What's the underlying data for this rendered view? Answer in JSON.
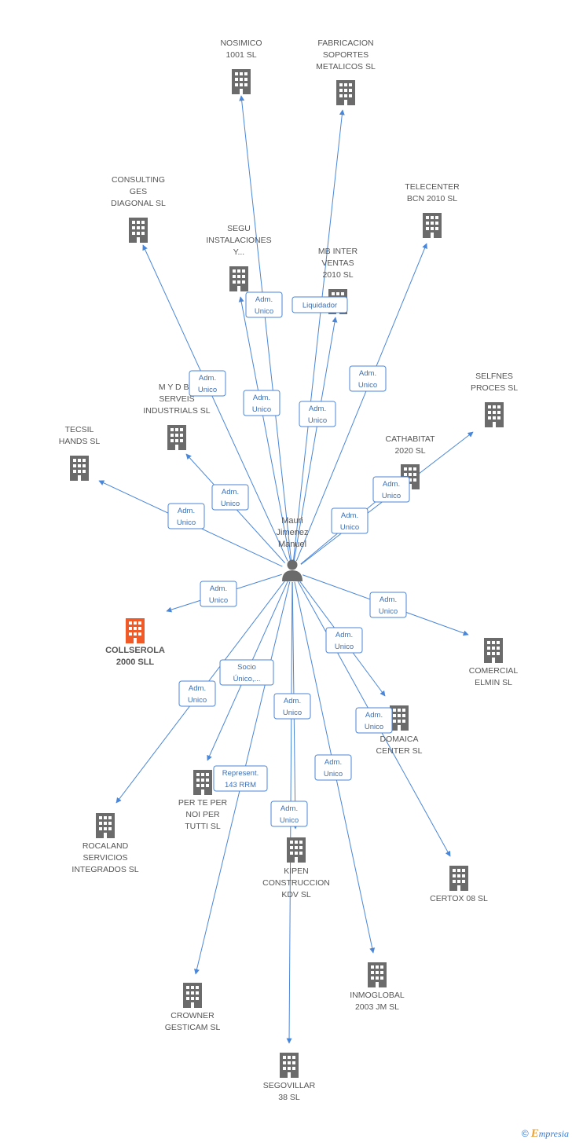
{
  "colors": {
    "edge": "#4a86d8",
    "building": "#6b6b6b",
    "highlight": "#f05a28",
    "person": "#6b6b6b"
  },
  "center": {
    "label": [
      "Mauri",
      "Jimenez",
      "Manuel"
    ],
    "icon": "person-icon"
  },
  "nodes": [
    {
      "id": "nosimico",
      "label": [
        "NOSIMICO",
        "1001 SL"
      ]
    },
    {
      "id": "fabricacion",
      "label": [
        "FABRICACION",
        "SOPORTES",
        "METALICOS SL"
      ]
    },
    {
      "id": "consulting",
      "label": [
        "CONSULTING",
        "GES",
        "DIAGONAL SL"
      ]
    },
    {
      "id": "telecenter",
      "label": [
        "TELECENTER",
        "BCN 2010 SL"
      ]
    },
    {
      "id": "segu",
      "label": [
        "SEGU",
        "INSTALACIONES",
        "Y..."
      ]
    },
    {
      "id": "mbinter",
      "label": [
        "MB INTER",
        "VENTAS",
        "2010  SL"
      ]
    },
    {
      "id": "selfnes",
      "label": [
        "SELFNES",
        "PROCES SL"
      ]
    },
    {
      "id": "myd",
      "label": [
        "M Y D BC",
        "SERVEIS",
        "INDUSTRIALS SL"
      ]
    },
    {
      "id": "tecsil",
      "label": [
        "TECSIL",
        "HANDS SL"
      ]
    },
    {
      "id": "cathabitat",
      "label": [
        "CATHABITAT",
        "2020 SL"
      ]
    },
    {
      "id": "collserola",
      "label": [
        "COLLSEROLA",
        "2000 SLL"
      ],
      "highlight": true
    },
    {
      "id": "comercial",
      "label": [
        "COMERCIAL",
        "ELMIN SL"
      ]
    },
    {
      "id": "domaica",
      "label": [
        "DOMAICA",
        "CENTER SL"
      ]
    },
    {
      "id": "perteper",
      "label": [
        "PER TE PER",
        "NOI PER",
        "TUTTI SL"
      ]
    },
    {
      "id": "rocaland",
      "label": [
        "ROCALAND",
        "SERVICIOS",
        "INTEGRADOS SL"
      ]
    },
    {
      "id": "kipen",
      "label": [
        "KIPEN",
        "CONSTRUCCION",
        "KDV SL"
      ]
    },
    {
      "id": "certox",
      "label": [
        "CERTOX 08 SL"
      ]
    },
    {
      "id": "inmoglobal",
      "label": [
        "INMOGLOBAL",
        "2003 JM SL"
      ]
    },
    {
      "id": "crowner",
      "label": [
        "CROWNER",
        "GESTICAM SL"
      ]
    },
    {
      "id": "segovillar",
      "label": [
        "SEGOVILLAR",
        "38 SL"
      ]
    }
  ],
  "edges": [
    {
      "target": "nosimico",
      "badge": [
        "Adm.",
        "Unico"
      ]
    },
    {
      "target": "fabricacion",
      "badge": [
        "Liquidador"
      ]
    },
    {
      "target": "consulting",
      "badge": [
        "Adm.",
        "Unico"
      ]
    },
    {
      "target": "telecenter",
      "badge": [
        "Adm.",
        "Unico"
      ]
    },
    {
      "target": "segu",
      "badge": [
        "Adm.",
        "Unico"
      ]
    },
    {
      "target": "mbinter",
      "badge": [
        "Adm.",
        "Unico"
      ]
    },
    {
      "target": "selfnes",
      "badge": [
        "Adm.",
        "Unico"
      ]
    },
    {
      "target": "myd",
      "badge": [
        "Adm.",
        "Unico"
      ]
    },
    {
      "target": "tecsil",
      "badge": [
        "Adm.",
        "Unico"
      ]
    },
    {
      "target": "cathabitat",
      "badge": [
        "Adm.",
        "Unico"
      ]
    },
    {
      "target": "collserola",
      "badge": [
        "Adm.",
        "Unico"
      ]
    },
    {
      "target": "comercial",
      "badge": [
        "Adm.",
        "Unico"
      ]
    },
    {
      "target": "domaica",
      "badge": [
        "Adm.",
        "Unico"
      ]
    },
    {
      "target": "perteper",
      "badge": [
        "Socio",
        "Único,..."
      ]
    },
    {
      "target": "rocaland",
      "badge": [
        "Adm.",
        "Unico"
      ]
    },
    {
      "target": "kipen",
      "badge": [
        "Adm.",
        "Unico"
      ]
    },
    {
      "target": "certox",
      "badge": [
        "Adm.",
        "Unico"
      ]
    },
    {
      "target": "inmoglobal",
      "badge": [
        "Adm.",
        "Unico"
      ]
    },
    {
      "target": "crowner",
      "badge": [
        "Represent.",
        "143 RRM"
      ]
    },
    {
      "target": "segovillar",
      "badge": [
        "Adm.",
        "Unico"
      ]
    }
  ],
  "footer": {
    "copyright": "©",
    "brand_initial": "E",
    "brand_rest": "mpresia"
  }
}
